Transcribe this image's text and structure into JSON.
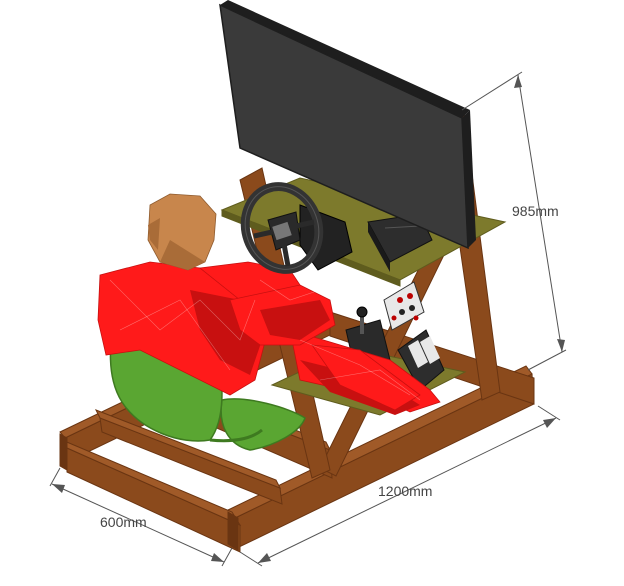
{
  "dimensions": {
    "height": "985mm",
    "length": "1200mm",
    "width": "600mm"
  },
  "colors": {
    "wood": "#8b4a1c",
    "wood_dark": "#6a3512",
    "wood_light": "#a05a28",
    "monitor": "#3a3a3a",
    "monitor_edge": "#1e1e1e",
    "shelf": "#7d7a2c",
    "shelf_dark": "#5f5c1e",
    "driver_suit": "#ff1a1a",
    "driver_suit_shade": "#c81010",
    "driver_head": "#c8864c",
    "seat": "#5aa632",
    "seat_dark": "#3e7a20",
    "wheel": "#2a2a2a",
    "dimension_line": "#555555"
  },
  "parts": [
    "wooden-frame",
    "monitor",
    "shelf",
    "steering-wheel",
    "console",
    "gear-shifter",
    "button-box",
    "pedals",
    "seat",
    "driver"
  ]
}
